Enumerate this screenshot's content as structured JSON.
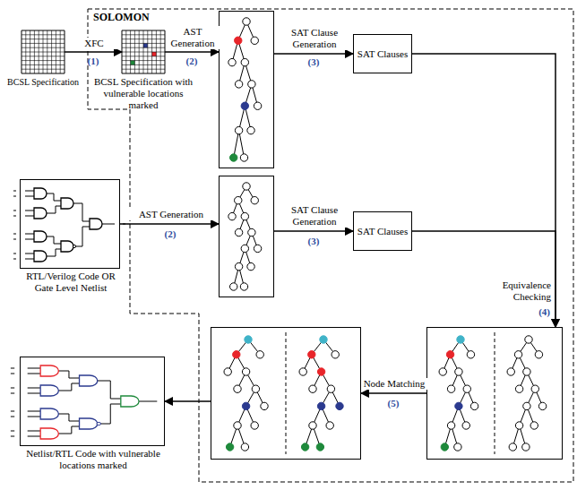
{
  "diagram": {
    "nodes": [
      {
        "text": [
          "BCSL Specification"
        ]
      },
      {
        "text": [
          "BCSL Specification with vulnerable locations marked"
        ]
      },
      {
        "text": []
      },
      {
        "text": [
          "SAT Clauses"
        ]
      },
      {
        "text": [
          "RTL/Verilog Code OR Gate Level Netlist"
        ]
      },
      {
        "text": []
      },
      {
        "text": [
          "SAT Clauses"
        ]
      },
      {
        "text": []
      },
      {
        "text": []
      },
      {
        "text": [
          "Netlist/RTL Code with vulnerable locations marked"
        ]
      }
    ],
    "edges": [
      {
        "from": 0,
        "to": 1,
        "arrow": "to",
        "label": "XFC"
      },
      {
        "from": 1,
        "to": 2,
        "arrow": "to",
        "label": "AST Generation"
      },
      {
        "from": 2,
        "to": 3,
        "arrow": "to",
        "label": "SAT Clause Generation"
      },
      {
        "from": 3,
        "to": 7,
        "arrow": "to",
        "label": "Equivalence Checking"
      },
      {
        "from": 4,
        "to": 5,
        "arrow": "to",
        "label": "AST Generation"
      },
      {
        "from": 5,
        "to": 6,
        "arrow": "to",
        "label": "SAT Clause Generation"
      },
      {
        "from": 6,
        "to": 7,
        "arrow": "to"
      },
      {
        "from": 7,
        "to": 8,
        "arrow": "to",
        "label": "Node Matching"
      },
      {
        "from": 8,
        "to": 9,
        "arrow": "to"
      }
    ],
    "labels": [
      "SOLOMON",
      "(1)",
      "(2)",
      "(3)",
      "(2)",
      "(3)",
      "(4)",
      "(5)"
    ]
  }
}
